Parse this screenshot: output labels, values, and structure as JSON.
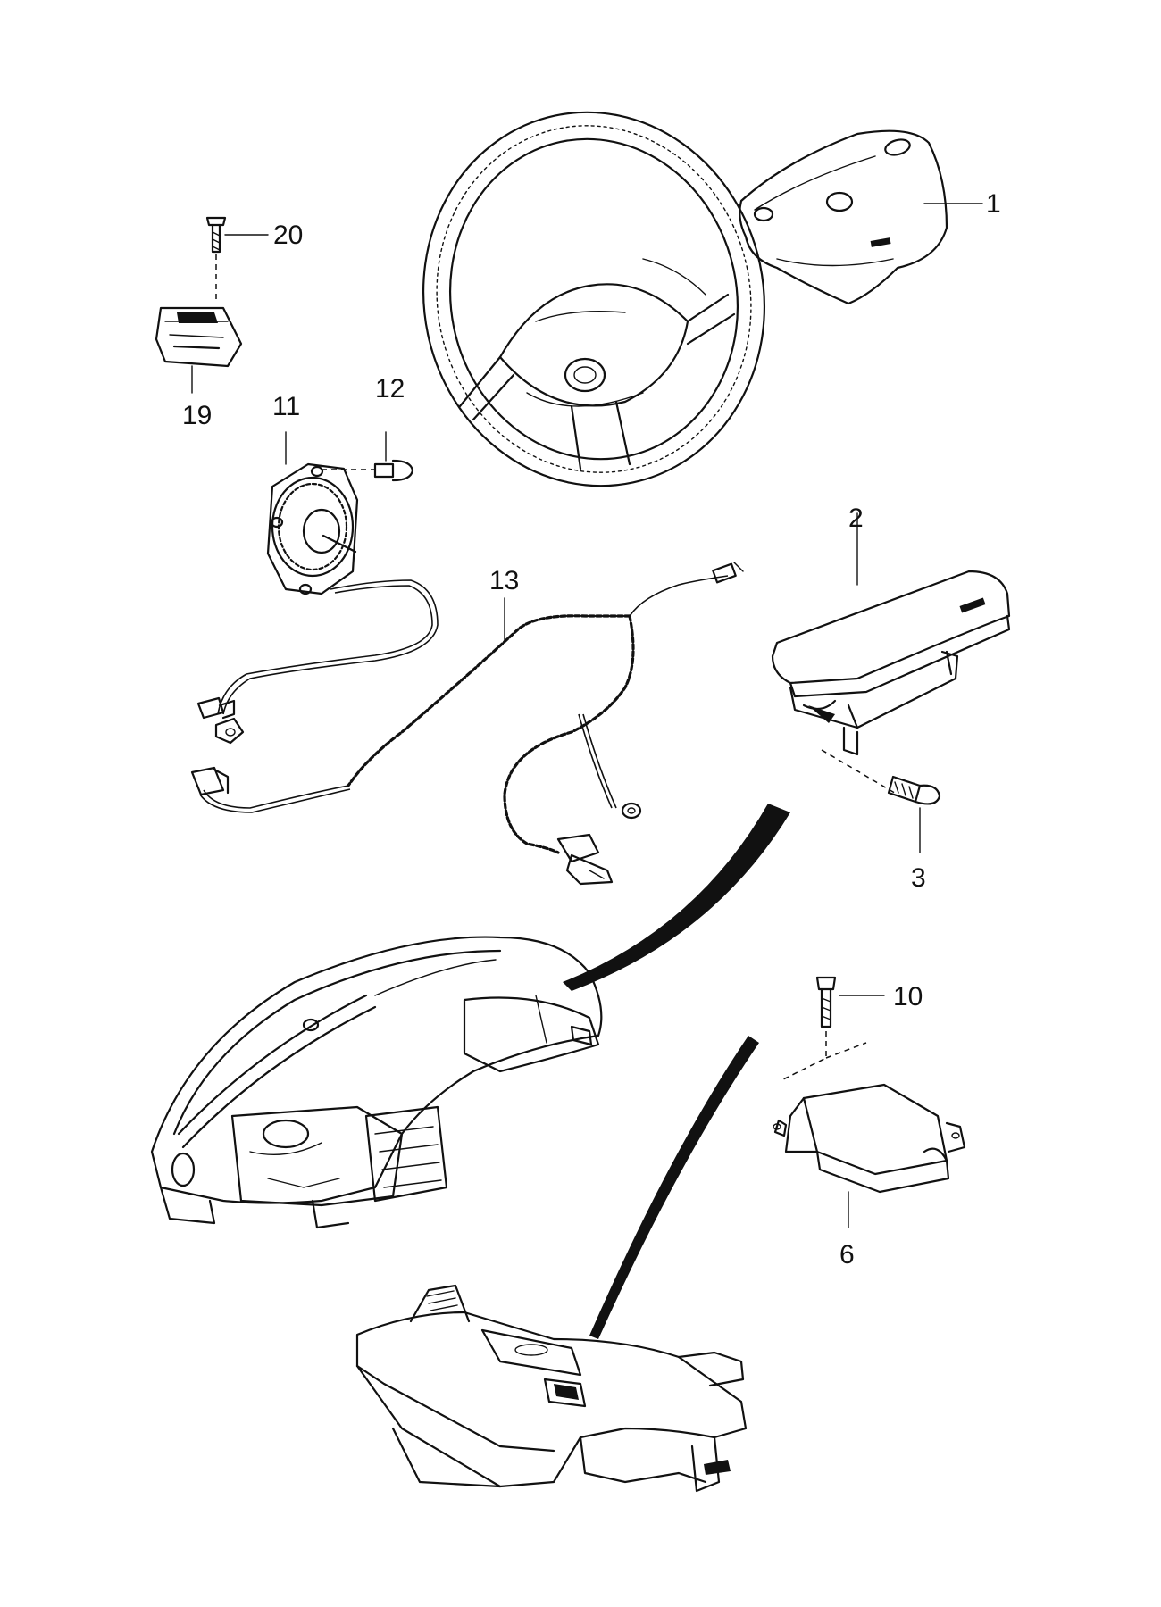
{
  "callouts": {
    "c1": "1",
    "c2": "2",
    "c3": "3",
    "c6": "6",
    "c10": "10",
    "c11": "11",
    "c12": "12",
    "c13": "13",
    "c19": "19",
    "c20": "20"
  },
  "colors": {
    "ink": "#111111",
    "paper": "#ffffff"
  }
}
